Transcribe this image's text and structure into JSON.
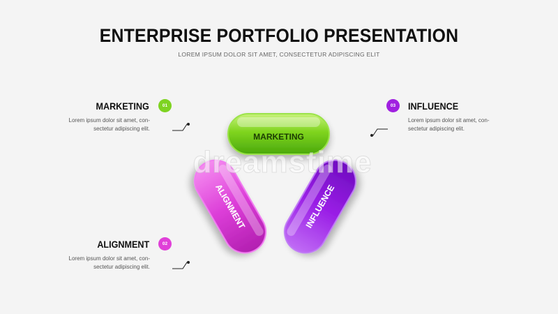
{
  "header": {
    "title": "ENTERPRISE PORTFOLIO PRESENTATION",
    "subtitle": "LOREM IPSUM DOLOR SIT AMET, CONSECTETUR ADIPISCING ELIT"
  },
  "items": [
    {
      "title": "MARKETING",
      "number": "01",
      "text_line1": "Lorem ipsum dolor sit amet, con-",
      "text_line2": "sectetur adipiscing elit.",
      "color": "#7ed321"
    },
    {
      "title": "ALIGNMENT",
      "number": "02",
      "text_line1": "Lorem ipsum dolor sit amet, con-",
      "text_line2": "sectetur adipiscing elit.",
      "color": "#e040d8"
    },
    {
      "title": "INFLUENCE",
      "number": "03",
      "text_line1": "Lorem ipsum dolor sit amet, con-",
      "text_line2": "sectetur adipiscing elit.",
      "color": "#a020e0"
    }
  ],
  "pills": {
    "marketing": "MARKETING",
    "alignment": "ALIGNMENT",
    "influence": "INFLUENCE"
  },
  "watermark": "dreamstime"
}
